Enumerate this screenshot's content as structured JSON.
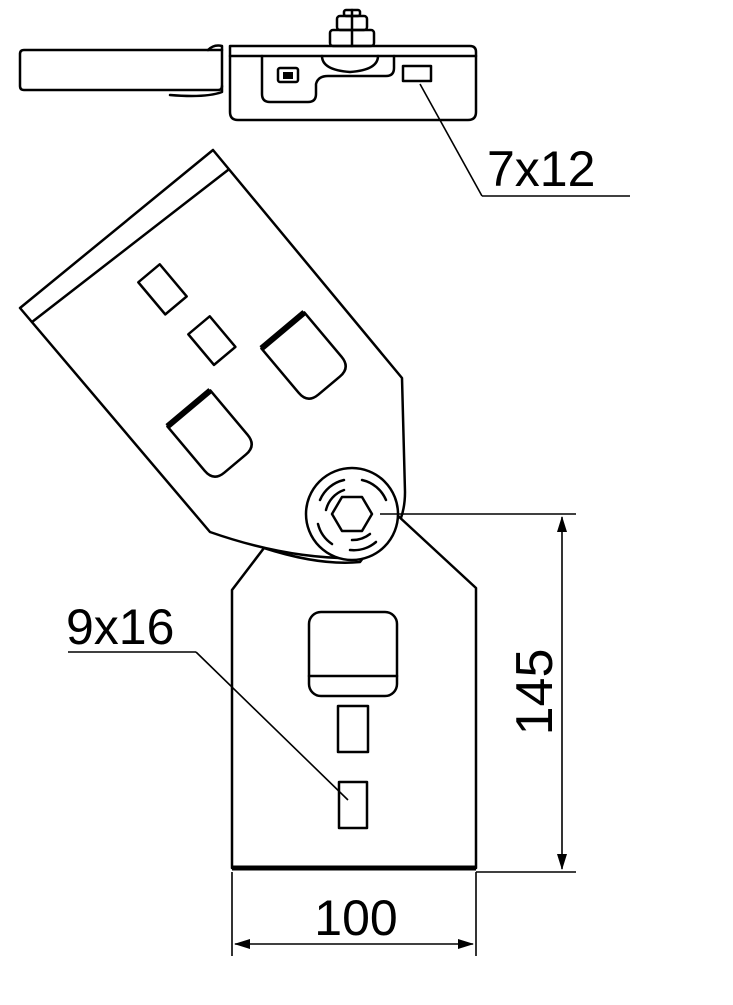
{
  "dimensions": {
    "side_hole": "7x12",
    "plate_hole": "9x16",
    "height": "145",
    "width": "100"
  },
  "colors": {
    "line": "#000000",
    "background": "#ffffff"
  }
}
